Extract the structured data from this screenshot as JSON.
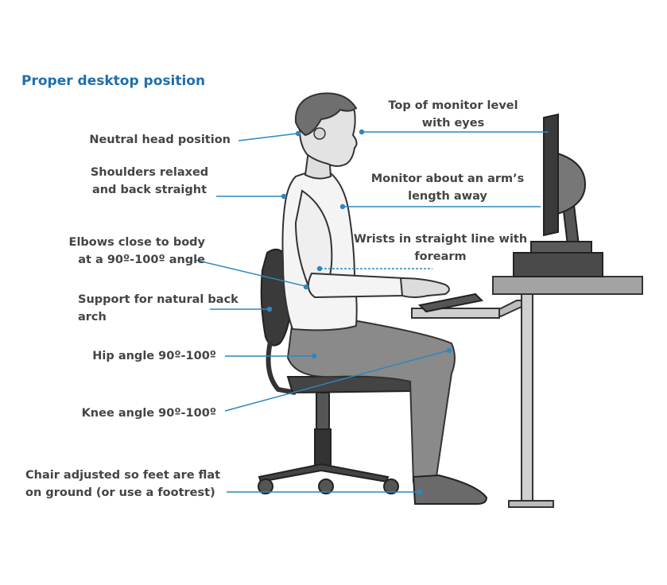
{
  "title": "Proper desktop position",
  "labels": {
    "neutral_head": "Neutral head position",
    "shoulders_1": "Shoulders relaxed",
    "shoulders_2": "and back straight",
    "elbows_1": "Elbows close to body",
    "elbows_2": "at a 90º-100º angle",
    "support_1": "Support for natural back",
    "support_2": "arch",
    "hip": "Hip angle 90º-100º",
    "knee": "Knee angle 90º-100º",
    "chair_1": "Chair adjusted so feet are flat",
    "chair_2": "on ground (or use a footrest)",
    "monitor_top_1": "Top of monitor level",
    "monitor_top_2": "with eyes",
    "monitor_dist_1": "Monitor about an arm’s",
    "monitor_dist_2": "length away",
    "wrists_1": "Wrists in straight line with",
    "wrists_2": "forearm"
  },
  "colors": {
    "title": "#1f6fad",
    "leader_line": "#2e86c1",
    "label_text": "#444444",
    "figure_outline": "#333333",
    "shirt": "#f4f4f4",
    "pants": "#8a8a8a",
    "chair": "#3d3d3d",
    "desk": "#9a9a9a"
  }
}
